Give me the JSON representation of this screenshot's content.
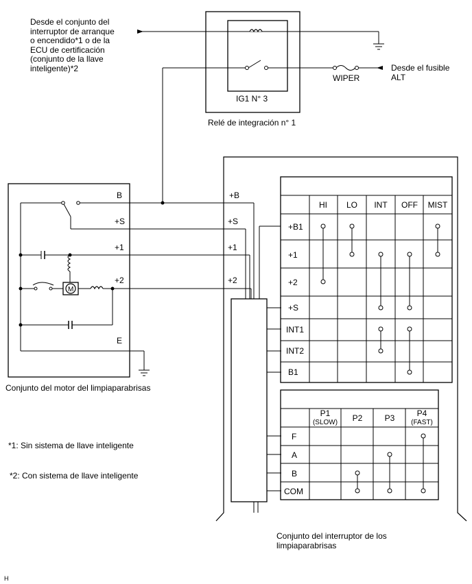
{
  "source_top": {
    "lines": [
      "Desde el conjunto del",
      "interruptor de arranque",
      "o encendido*1 o de la",
      "ECU de certificación",
      "(conjunto de la llave",
      "inteligente)*2"
    ]
  },
  "source_right": {
    "lines": [
      "Desde el fusible",
      "ALT"
    ]
  },
  "fuse_label": "WIPER",
  "relay": {
    "inner_label": "IG1 N° 3",
    "caption": "Relé de integración n° 1"
  },
  "motor": {
    "caption": "Conjunto del motor del limpiaparabrisas",
    "terminals": [
      "B",
      "+S",
      "+1",
      "+2",
      "E"
    ],
    "motor_symbol": "M"
  },
  "switch_assembly": {
    "caption_lines": [
      "Conjunto del interruptor de los",
      "limpiaparabrisas"
    ],
    "terminals": [
      "+B",
      "+S",
      "+1",
      "+2"
    ],
    "main_table": {
      "columns": [
        "HI",
        "LO",
        "INT",
        "OFF",
        "MIST"
      ],
      "rows": [
        "+B1",
        "+1",
        "+2",
        "+S",
        "INT1",
        "INT2",
        "B1"
      ]
    },
    "int_table": {
      "columns": [
        {
          "label": "P1",
          "sub": "(SLOW)"
        },
        {
          "label": "P2",
          "sub": ""
        },
        {
          "label": "P3",
          "sub": ""
        },
        {
          "label": "P4",
          "sub": "(FAST)"
        }
      ],
      "rows": [
        "F",
        "A",
        "B",
        "COM"
      ]
    }
  },
  "notes": [
    "*1: Sin sistema de llave inteligente",
    "*2: Con sistema de llave inteligente"
  ],
  "corner_mark": "H"
}
